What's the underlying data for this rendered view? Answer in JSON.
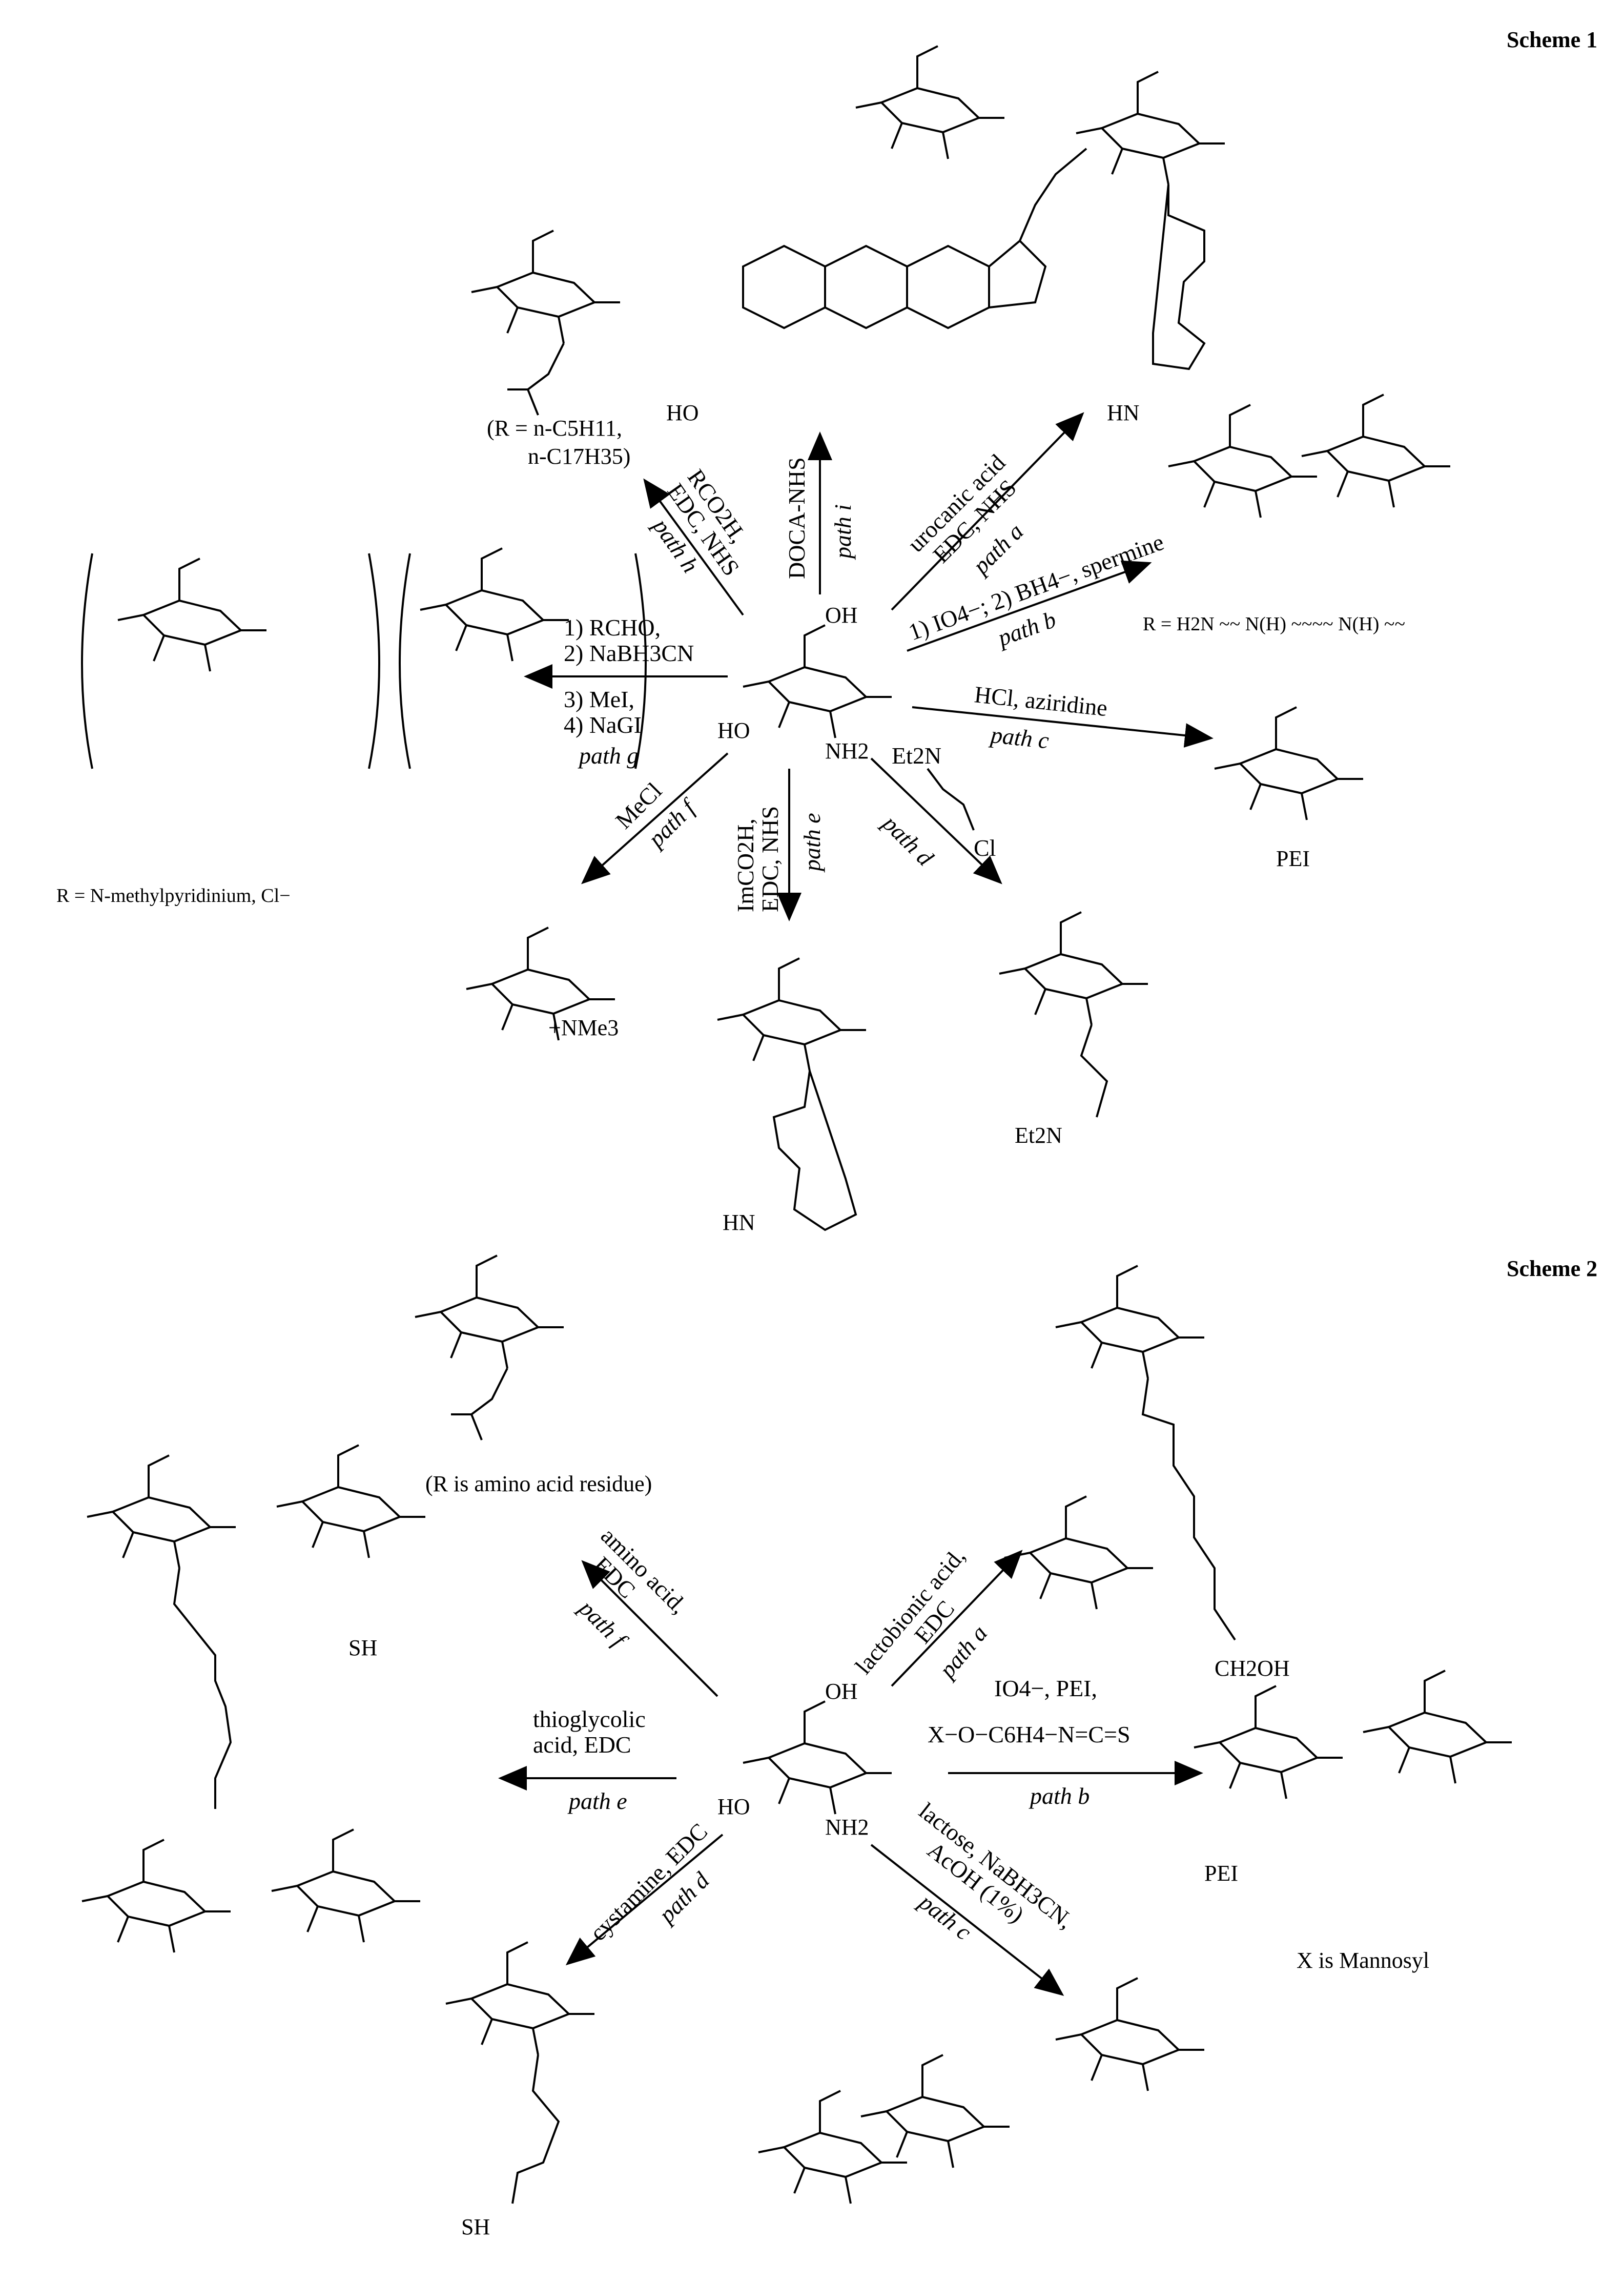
{
  "scheme1": {
    "title": "Scheme 1",
    "center": {
      "oh": "OH",
      "ho": "HO",
      "nh2": "NH2"
    },
    "paths": {
      "a": {
        "reagent1": "urocanic acid",
        "reagent2": "EDC, NHS",
        "label": "path a"
      },
      "b": {
        "reagent1": "1) IO4−; 2) BH4−, spermine",
        "label": "path b"
      },
      "c": {
        "reagent1": "HCl, aziridine",
        "label": "path c"
      },
      "d": {
        "reagent1": "Et2N",
        "reagent2": "Cl",
        "label": "path d"
      },
      "e": {
        "reagent1": "ImCO2H,",
        "reagent2": "EDC, NHS",
        "label": "path e"
      },
      "f": {
        "reagent1": "MeCl",
        "label": "path f"
      },
      "g": {
        "reagent1": "1) RCHO,",
        "reagent2": "2) NaBH3CN",
        "reagent3": "3) MeI,",
        "reagent4": "4) NaGI",
        "label": "path g"
      },
      "h": {
        "reagent1": "RCO2H,",
        "reagent2": "EDC, NHS",
        "label": "path h"
      },
      "i": {
        "reagent1": "DOCA-NHS",
        "label": "path i"
      }
    },
    "products": {
      "h_note1": "(R = n-C5H11,",
      "h_note2": "n-C17H35)",
      "b_note": "R = H2N ~~ N(H) ~~~~ N(H) ~~",
      "g_note": "R = N-methylpyridinium, Cl−",
      "c_pei": "PEI",
      "d_amine": "Et2N",
      "f_nme3": "+NMe3",
      "a_hn": "HN",
      "e_hn": "HN",
      "i_ho": "HO"
    }
  },
  "scheme2": {
    "title": "Scheme 2",
    "center": {
      "oh": "OH",
      "ho": "HO",
      "nh2": "NH2"
    },
    "paths": {
      "a": {
        "reagent1": "lactobionic acid,",
        "reagent2": "EDC",
        "label": "path a"
      },
      "b": {
        "reagent1": "IO4−, PEI,",
        "reagent2": "X−O−C6H4−N=C=S",
        "label": "path b"
      },
      "c": {
        "reagent1": "lactose, NaBH3CN,",
        "reagent2": "AcOH (1%)",
        "label": "path c"
      },
      "d": {
        "reagent1": "cystamine, EDC",
        "label": "path d"
      },
      "e": {
        "reagent1": "thioglycolic",
        "reagent2": "acid, EDC",
        "label": "path e"
      },
      "f": {
        "reagent1": "amino acid,",
        "reagent2": "EDC",
        "label": "path f"
      }
    },
    "products": {
      "f_note": "(R is amino acid residue)",
      "b_note": "X is Mannosyl",
      "b_pei": "PEI",
      "e_sh": "SH",
      "d_sh": "SH",
      "a_ch2oh": "CH2OH"
    }
  }
}
